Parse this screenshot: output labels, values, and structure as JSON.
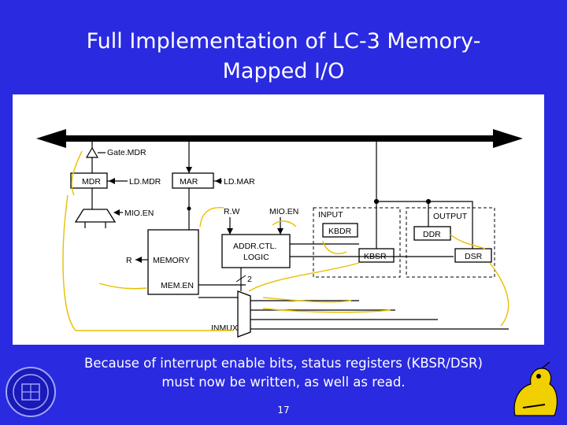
{
  "slide": {
    "title_line1": "Full Implementation of LC-3 Memory-",
    "title_line2": "Mapped I/O",
    "caption_line1": "Because of interrupt enable bits, status registers (KBSR/DSR)",
    "caption_line2": "must now be written, as well as read.",
    "page_number": "17"
  },
  "diagram": {
    "labels": {
      "gate_mdr": "Gate.MDR",
      "mdr": "MDR",
      "ld_mdr": "LD.MDR",
      "mar": "MAR",
      "ld_mar": "LD.MAR",
      "mio_en_left": "MIO.EN",
      "r_w": "R.W",
      "mio_en_top": "MIO.EN",
      "input": "INPUT",
      "output": "OUTPUT",
      "kbdr": "KBDR",
      "ddr": "DDR",
      "memory": "MEMORY",
      "r": "R",
      "addr_ctl": "ADDR.CTL.",
      "logic": "LOGIC",
      "kbsr": "KBSR",
      "dsr": "DSR",
      "two": "2",
      "mem_en": "MEM.EN",
      "inmux": "INMUX"
    }
  },
  "colors": {
    "background": "#2a2ae0",
    "text": "#ffffff",
    "annotation": "#e8c000"
  }
}
